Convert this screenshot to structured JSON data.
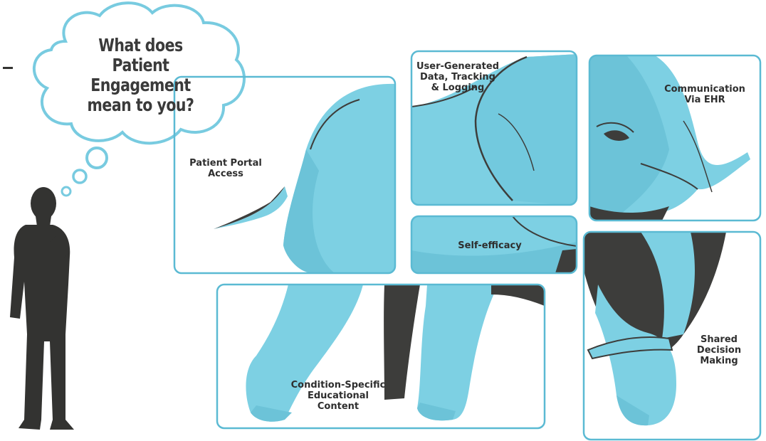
{
  "thought_bubble": {
    "lines": [
      "What does",
      "Patient Engagement",
      "mean to you?"
    ]
  },
  "panels": {
    "patient_portal": [
      "Patient Portal",
      "Access"
    ],
    "user_generated": [
      "User-Generated",
      "Data, Tracking",
      "& Logging"
    ],
    "communication": [
      "Communication",
      "Via EHR"
    ],
    "self_efficacy": [
      "Self-efficacy"
    ],
    "condition_specific": [
      "Condition-Specific",
      "Educational",
      "Content"
    ],
    "shared_decision": [
      "Shared",
      "Decision",
      "Making"
    ]
  },
  "colors": {
    "elephant": "#7dd0e3",
    "shadow": "#3d3d3b",
    "frame": "#5bbad3",
    "silhouette": "#333331",
    "text": "#2e2e2e"
  }
}
